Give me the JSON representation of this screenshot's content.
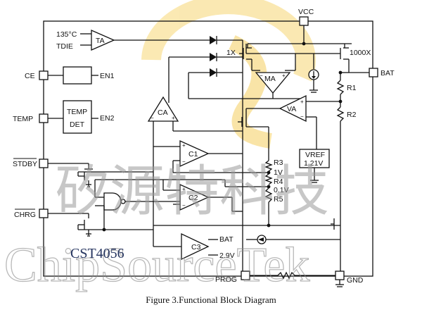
{
  "pins": {
    "vcc": "VCC",
    "bat": "BAT",
    "ce": "CE",
    "temp": "TEMP",
    "stdby": "STDBY",
    "chrg": "CHRG",
    "prog": "PROG",
    "gnd": "GND"
  },
  "inputs": {
    "temp_threshold": "135°C",
    "tdie": "TDIE"
  },
  "blocks": {
    "ta": "TA",
    "en1": "EN1",
    "temp_det_line1": "TEMP",
    "temp_det_line2": "DET",
    "en2": "EN2",
    "ma": "MA",
    "va": "VA",
    "ca": "CA",
    "c1": "C1",
    "c2": "C2",
    "c3": "C3",
    "vref_line1": "VREF",
    "vref_line2": "1.21V"
  },
  "mosfets": {
    "small": "1X",
    "large": "1000X"
  },
  "resistors": {
    "r1": "R1",
    "r2": "R2",
    "r3": "R3",
    "r4": "R4",
    "r5": "R5"
  },
  "levels": {
    "v1": "1V",
    "v01": "0.1V",
    "c3_ref": "2.9V",
    "c3_bat": "BAT"
  },
  "watermark": {
    "chinese": "矽源特科技",
    "english": "ChipSourceTek",
    "part": "CST4056"
  },
  "caption": "Figure 3.Functional Block Diagram",
  "colors": {
    "logo_yellow": "#f7d774",
    "watermark_gray": "#9a9a9a",
    "part_blue": "#24335e"
  }
}
